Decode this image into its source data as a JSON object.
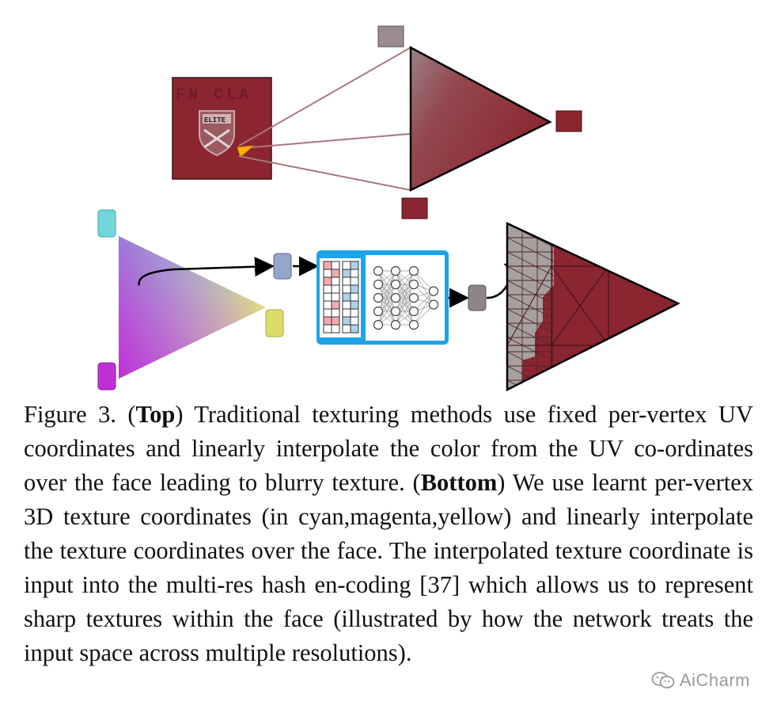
{
  "figure": {
    "texture_patch_text": [
      "FN CLA",
      "ELITE"
    ],
    "top_vertex_colors": {
      "upper": "#9a8c8e",
      "right": "#8b2530",
      "lower": "#8b2530"
    },
    "bottom_vertex_colors": {
      "cyan": "#6fd6d9",
      "magenta": "#c02fd6",
      "yellow": "#dcdc6a"
    },
    "network_frame_color": "#1ca4e8",
    "texture_dark_red": "#8b2530",
    "texture_gray": "#a89f9f"
  },
  "caption": {
    "prefix": "Figure 3. (",
    "top_label": "Top",
    "top_text": ") Traditional texturing methods use fixed per-vertex UV coordinates and linearly interpolate the color from the UV co-ordinates over the face leading to blurry texture. (",
    "bottom_label": "Bottom",
    "bottom_text": ") We use learnt per-vertex 3D texture coordinates (in cyan,magenta,yellow) and linearly interpolate the texture coordinates over the face. The interpolated texture coordinate is input into the multi-res hash en-coding [37] which allows us to represent sharp textures within the face (illustrated by how the network treats the input space across multiple resolutions)."
  },
  "watermark": {
    "text": "AiCharm"
  }
}
